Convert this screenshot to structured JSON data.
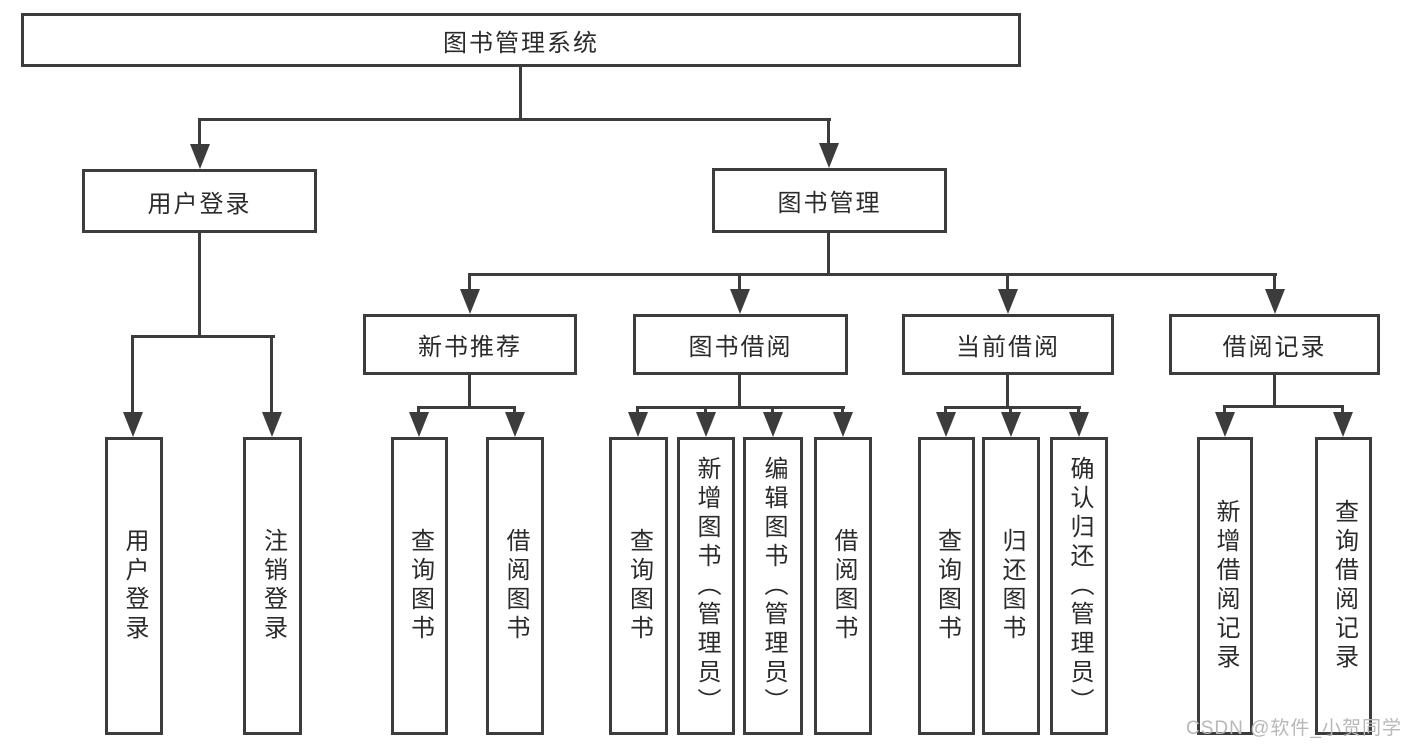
{
  "diagram": {
    "type": "hierarchy-tree",
    "title": "图书管理系统",
    "watermark": "CSDN @软件_小贺同学",
    "colors": {
      "line": "#3c3c3c",
      "box_border": "#3c3c3c",
      "text": "#2b2b2b",
      "background": "#ffffff",
      "watermark": "#b8b8b8"
    },
    "nodes": {
      "root": {
        "label": "图书管理系统",
        "children": [
          "user_login",
          "book_management"
        ]
      },
      "user_login": {
        "label": "用户登录",
        "children": [
          "leaf_user_login",
          "leaf_logout"
        ]
      },
      "book_management": {
        "label": "图书管理",
        "children": [
          "new_book_recommend",
          "book_borrowing",
          "current_borrowing",
          "borrowing_records"
        ]
      },
      "new_book_recommend": {
        "label": "新书推荐",
        "children": [
          "leaf_query_books_1",
          "leaf_borrow_books_1"
        ]
      },
      "book_borrowing": {
        "label": "图书借阅",
        "children": [
          "leaf_query_books_2",
          "leaf_add_book",
          "leaf_edit_book",
          "leaf_borrow_books_2"
        ]
      },
      "current_borrowing": {
        "label": "当前借阅",
        "children": [
          "leaf_query_books_3",
          "leaf_return_book",
          "leaf_confirm_return"
        ]
      },
      "borrowing_records": {
        "label": "借阅记录",
        "children": [
          "leaf_add_record",
          "leaf_query_record"
        ]
      },
      "leaf_user_login": {
        "label": "用户登录"
      },
      "leaf_logout": {
        "label": "注销登录"
      },
      "leaf_query_books_1": {
        "label": "查询图书"
      },
      "leaf_borrow_books_1": {
        "label": "借阅图书"
      },
      "leaf_query_books_2": {
        "label": "查询图书"
      },
      "leaf_add_book": {
        "label": "新增图书（管理员）"
      },
      "leaf_edit_book": {
        "label": "编辑图书（管理员）"
      },
      "leaf_borrow_books_2": {
        "label": "借阅图书"
      },
      "leaf_query_books_3": {
        "label": "查询图书"
      },
      "leaf_return_book": {
        "label": "归还图书"
      },
      "leaf_confirm_return": {
        "label": "确认归还（管理员）"
      },
      "leaf_add_record": {
        "label": "新增借阅记录"
      },
      "leaf_query_record": {
        "label": "查询借阅记录"
      }
    }
  }
}
